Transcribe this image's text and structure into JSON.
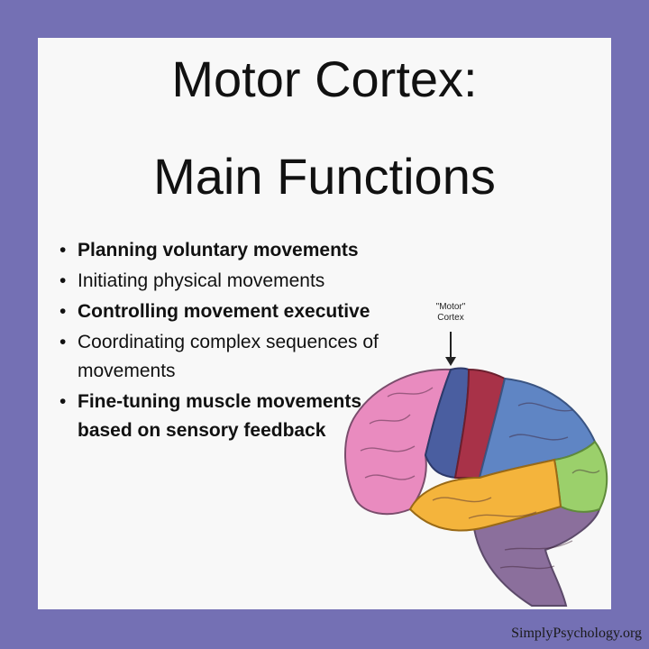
{
  "title": {
    "line1": "Motor Cortex:",
    "line2": "Main Functions"
  },
  "functions": [
    {
      "text": "Planning voluntary movements",
      "bold": true
    },
    {
      "text": "Initiating physical movements",
      "bold": false
    },
    {
      "text": "Controlling movement executive",
      "bold": true
    },
    {
      "text": "Coordinating complex sequences of movements",
      "bold": false
    },
    {
      "text": "Fine-tuning muscle movements based on sensory feedback",
      "bold": true
    }
  ],
  "diagram": {
    "label_line1": "\"Motor\"",
    "label_line2": "Cortex"
  },
  "credit": "SimplyPsychology.org",
  "colors": {
    "frame": "#7470b4",
    "panel": "#f8f8f8",
    "frontal_lobe": "#e98bbf",
    "motor_cortex": "#4a5ea0",
    "sensory_cortex": "#a83248",
    "parietal_lobe": "#5f85c4",
    "occipital_lobe": "#9bd06b",
    "temporal_lobe": "#f4b43c",
    "cerebellum_brainstem": "#8b6f9c"
  }
}
